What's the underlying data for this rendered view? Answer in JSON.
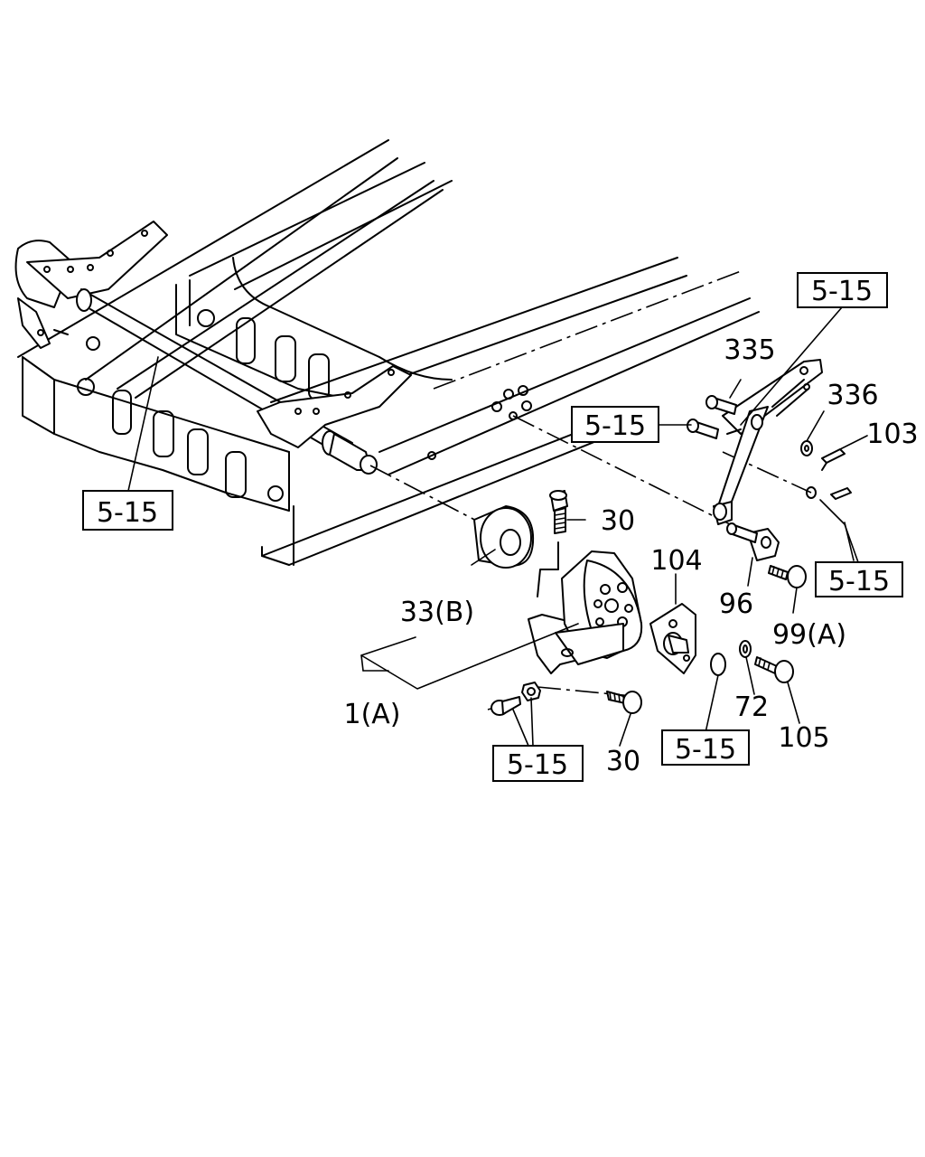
{
  "labels": {
    "ref_top_right": "5-15",
    "ref_left": "5-15",
    "ref_mid_right": "5-15",
    "ref_right": "5-15",
    "ref_bottom_left": "5-15",
    "ref_bottom_mid": "5-15",
    "part_335": "335",
    "part_336": "336",
    "part_103": "103",
    "part_30_top": "30",
    "part_104": "104",
    "part_33b": "33(B)",
    "part_96": "96",
    "part_99a": "99(A)",
    "part_1a": "1(A)",
    "part_72": "72",
    "part_105": "105",
    "part_30_bottom": "30"
  }
}
